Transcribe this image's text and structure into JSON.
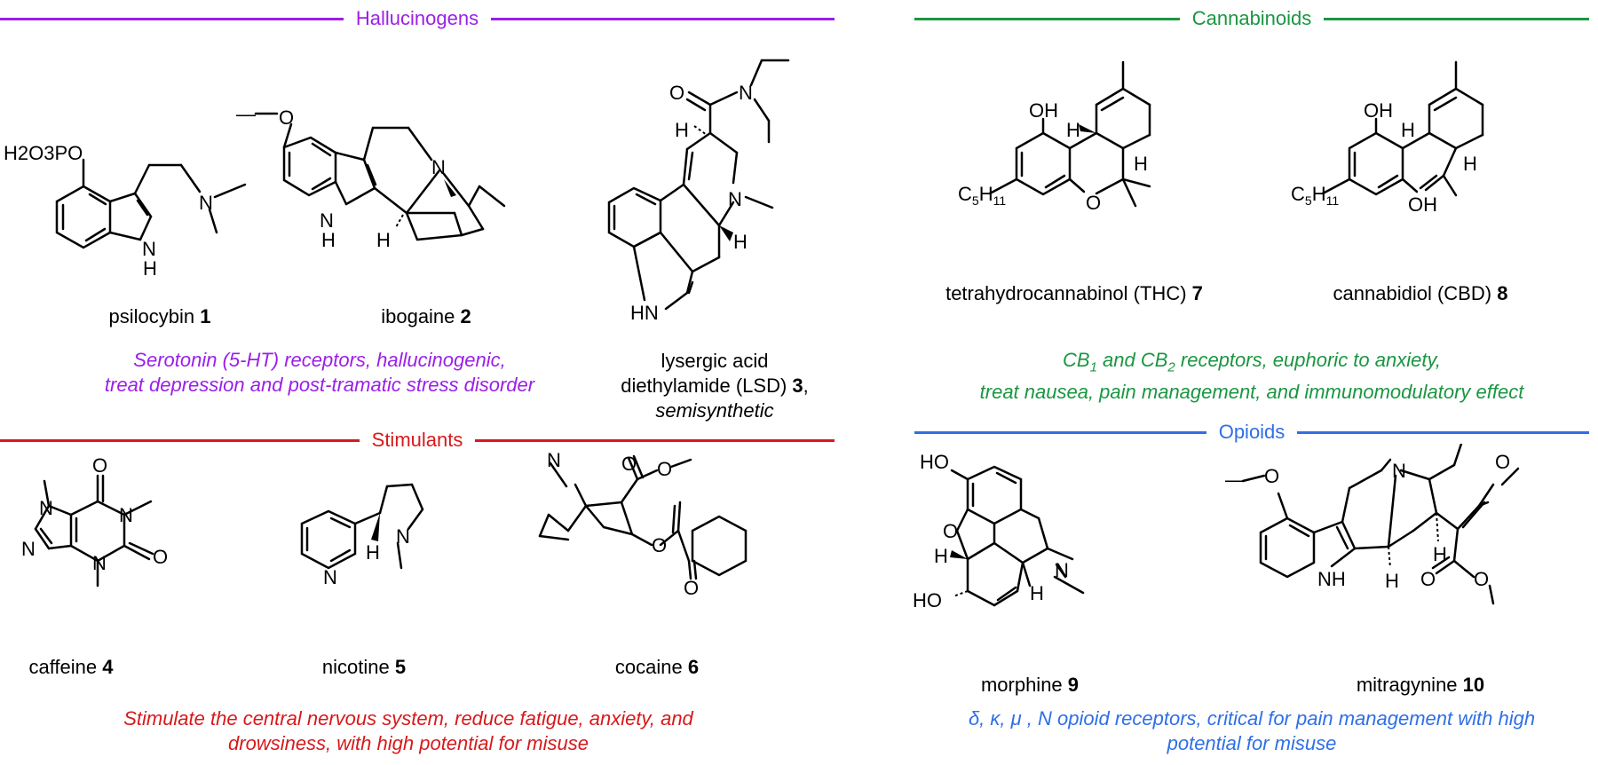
{
  "sections": {
    "hallucinogens": {
      "title": "Hallucinogens",
      "color": "#9b1fe8",
      "desc": [
        "Serotonin (5-HT) receptors, hallucinogenic,",
        "treat depression and post-tramatic stress disorder"
      ]
    },
    "cannabinoids": {
      "title": "Cannabinoids",
      "color": "#1a9641",
      "desc_line1_a": "CB",
      "desc_line1_sub1": "1",
      "desc_line1_b": " and CB",
      "desc_line1_sub2": "2",
      "desc_line1_c": " receptors, euphoric to anxiety,",
      "desc_line2": "treat nausea, pain management, and immunomodulatory effect"
    },
    "stimulants": {
      "title": "Stimulants",
      "color": "#d7191c",
      "desc": [
        "Stimulate the central nervous system, reduce fatigue, anxiety, and",
        "drowsiness, with high potential for misuse"
      ]
    },
    "opioids": {
      "title": "Opioids",
      "color": "#2f6fe6",
      "desc": [
        "δ, κ, μ , N opioid receptors, critical for pain management with high",
        "potential for misuse"
      ]
    }
  },
  "compounds": [
    {
      "name": "psilocybin",
      "num": "1"
    },
    {
      "name": "ibogaine",
      "num": "2"
    },
    {
      "name_line1": "lysergic acid",
      "name_line2": "diethylamide (LSD)",
      "num": "3",
      "suffix": ",",
      "note": "semisynthetic"
    },
    {
      "name": "caffeine",
      "num": "4"
    },
    {
      "name": "nicotine",
      "num": "5"
    },
    {
      "name": "cocaine",
      "num": "6"
    },
    {
      "name": "tetrahydrocannabinol (THC)",
      "num": "7"
    },
    {
      "name": "cannabidiol (CBD)",
      "num": "8"
    },
    {
      "name": "morphine",
      "num": "9"
    },
    {
      "name": "mitragynine",
      "num": "10"
    }
  ],
  "atoms": {
    "psilocybin": {
      "sub": "H2O3PO",
      "amine": "N",
      "nh": "N",
      "h": "H"
    },
    "ibogaine": {
      "nh": "N",
      "h1": "H",
      "n": "N",
      "h2": "H"
    },
    "lsd": {
      "o": "O",
      "n1": "N",
      "h1": "H",
      "n2": "N",
      "h2": "H",
      "hn": "HN"
    },
    "caffeine": {
      "o1": "O",
      "o2": "O",
      "n1": "N",
      "n2": "N",
      "n3": "N",
      "n4": "N"
    },
    "nicotine": {
      "n1": "N",
      "n2": "N",
      "h": "H"
    },
    "cocaine": {
      "n": "N",
      "o1": "O",
      "o2": "O",
      "o3": "O",
      "o4": "O"
    },
    "thc": {
      "oh": "OH",
      "o": "O",
      "h1": "H",
      "h2": "H",
      "c5": "C5H11"
    },
    "cbd": {
      "oh1": "OH",
      "oh2": "OH",
      "h1": "H",
      "h2": "H",
      "c5": "C5H11"
    },
    "morphine": {
      "ho1": "HO",
      "ho2": "HO",
      "o": "O",
      "n": "N",
      "h1": "H",
      "h2": "H"
    },
    "mitragynine": {
      "o1": "O",
      "o2": "O",
      "o3": "O",
      "o4": "O",
      "n": "N",
      "nh": "NH",
      "h1": "H",
      "h2": "H"
    }
  }
}
